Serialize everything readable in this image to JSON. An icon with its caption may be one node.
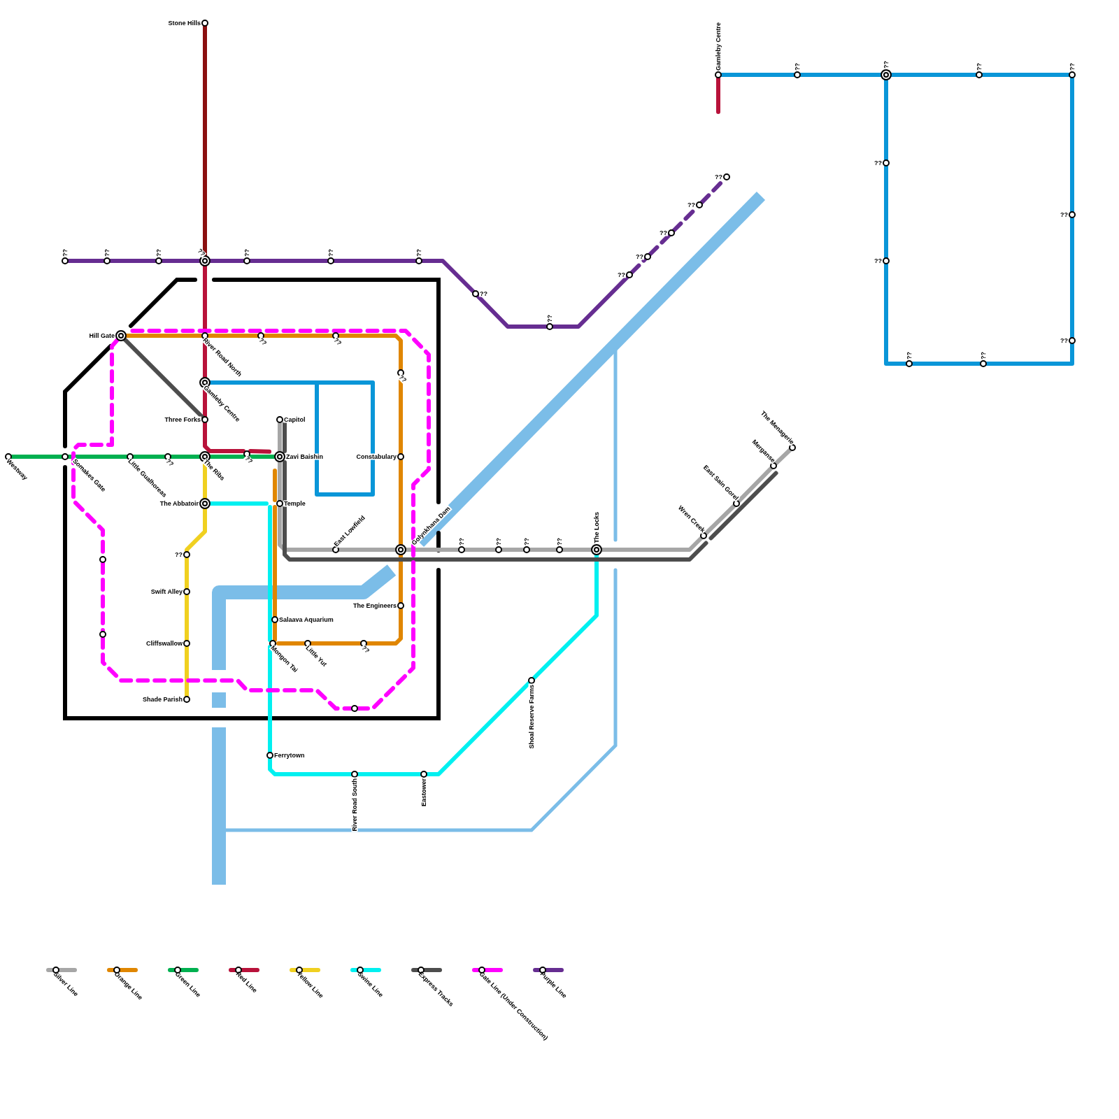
{
  "diagram": {
    "nodes": [
      {
        "text": [
          "??"
        ]
      },
      {
        "text": [
          "??"
        ]
      },
      {
        "text": [
          "??"
        ]
      },
      {
        "text": [
          "??"
        ]
      },
      {
        "text": [
          "??"
        ]
      },
      {
        "text": [
          "??"
        ]
      },
      {
        "text": [
          "??"
        ]
      },
      {
        "text": [
          "??"
        ]
      },
      {
        "text": [
          "??"
        ]
      },
      {
        "text": [
          "??"
        ]
      },
      {
        "text": [
          "??"
        ]
      },
      {
        "text": [
          "??"
        ]
      },
      {
        "text": [
          "??"
        ]
      },
      {
        "text": [
          "??"
        ]
      },
      {
        "text": [
          "Stone Hills"
        ]
      },
      {
        "text": [
          "Hill Gate"
        ]
      },
      {
        "text": [
          "River Road North"
        ]
      },
      {
        "text": [
          "??"
        ]
      },
      {
        "text": [
          "??"
        ]
      },
      {
        "text": [
          "Gamleby Centre"
        ]
      },
      {
        "text": [
          "Three Forks"
        ]
      },
      {
        "text": [
          "??"
        ]
      },
      {
        "text": [
          "Capitol"
        ]
      },
      {
        "text": [
          "Westway"
        ]
      },
      {
        "text": [
          "Somakes Gate"
        ]
      },
      {
        "text": [
          "Little Gualhoreas"
        ]
      },
      {
        "text": [
          "??"
        ]
      },
      {
        "text": [
          "The Ribs"
        ]
      },
      {
        "text": [
          "??"
        ]
      },
      {
        "text": [
          "Zavi Baishin"
        ]
      },
      {
        "text": [
          "Constabulary"
        ]
      },
      {
        "text": [
          "The Abbatoir"
        ]
      },
      {
        "text": [
          "Temple"
        ]
      },
      {
        "text": [
          "??"
        ]
      },
      {
        "text": [
          "East Lowfield"
        ]
      },
      {
        "text": [
          "Golynkhana Dam"
        ]
      },
      {
        "text": [
          "??"
        ]
      },
      {
        "text": [
          "??"
        ]
      },
      {
        "text": [
          "??"
        ]
      },
      {
        "text": [
          "??"
        ]
      },
      {
        "text": [
          "The Locks"
        ]
      },
      {
        "text": [
          "Wren Creek"
        ]
      },
      {
        "text": [
          "East Sain Gorel"
        ]
      },
      {
        "text": [
          "Merganse"
        ]
      },
      {
        "text": [
          "The Menagerie"
        ]
      },
      {
        "text": [
          "Swift Alley"
        ]
      },
      {
        "text": [
          "The Engineers"
        ]
      },
      {
        "text": [
          "Salaava Aquarium"
        ]
      },
      {
        "text": [
          "Cliffswallow"
        ]
      },
      {
        "text": [
          "Mongon Tai"
        ]
      },
      {
        "text": [
          "Little Yut"
        ]
      },
      {
        "text": [
          "??"
        ]
      },
      {
        "text": [
          "Shoal Reserve Farms"
        ]
      },
      {
        "text": [
          "Shade Parish"
        ]
      },
      {
        "text": [
          "Ferrytown"
        ]
      },
      {
        "text": [
          "River Road South"
        ]
      },
      {
        "text": [
          "Eastower"
        ]
      },
      {
        "text": [
          "Gamleby Centre"
        ]
      },
      {
        "text": [
          "??"
        ]
      },
      {
        "text": [
          "??"
        ]
      },
      {
        "text": [
          "??"
        ]
      },
      {
        "text": [
          "??"
        ]
      },
      {
        "text": [
          "??"
        ]
      },
      {
        "text": [
          "??"
        ]
      },
      {
        "text": [
          "??"
        ]
      },
      {
        "text": [
          "??"
        ]
      },
      {
        "text": [
          "??"
        ]
      },
      {
        "text": [
          "??"
        ]
      },
      {
        "text": [],
        "shape": "circle"
      },
      {
        "text": [],
        "shape": "circle"
      },
      {
        "text": [],
        "shape": "circle"
      }
    ],
    "edges": [
      {
        "from": 0,
        "to": 1,
        "arrow": "none",
        "color": "#662d91"
      },
      {
        "from": 1,
        "to": 2,
        "arrow": "none",
        "color": "#662d91"
      },
      {
        "from": 2,
        "to": 3,
        "arrow": "none",
        "color": "#662d91"
      },
      {
        "from": 3,
        "to": 4,
        "arrow": "none",
        "color": "#662d91"
      },
      {
        "from": 4,
        "to": 5,
        "arrow": "none",
        "color": "#662d91"
      },
      {
        "from": 5,
        "to": 6,
        "arrow": "none",
        "color": "#662d91"
      },
      {
        "from": 6,
        "to": 7,
        "arrow": "none",
        "color": "#662d91"
      },
      {
        "from": 7,
        "to": 8,
        "arrow": "none",
        "color": "#662d91"
      },
      {
        "from": 8,
        "to": 9,
        "arrow": "none",
        "color": "#662d91"
      },
      {
        "from": 9,
        "to": 10,
        "arrow": "none",
        "style": "dashed",
        "color": "#662d91"
      },
      {
        "from": 10,
        "to": 11,
        "arrow": "none",
        "style": "dashed",
        "color": "#662d91"
      },
      {
        "from": 11,
        "to": 12,
        "arrow": "none",
        "style": "dashed",
        "color": "#662d91"
      },
      {
        "from": 12,
        "to": 13,
        "arrow": "none",
        "style": "dashed",
        "color": "#662d91"
      },
      {
        "from": 14,
        "to": 3,
        "arrow": "none",
        "color": "#8b1010"
      },
      {
        "from": 3,
        "to": 16,
        "arrow": "none",
        "color": "#b8123a"
      },
      {
        "from": 16,
        "to": 19,
        "arrow": "none",
        "color": "#b8123a"
      },
      {
        "from": 19,
        "to": 20,
        "arrow": "none",
        "color": "#b8123a"
      },
      {
        "from": 20,
        "to": 28,
        "arrow": "none",
        "color": "#b8123a"
      },
      {
        "from": 28,
        "to": 29,
        "arrow": "none",
        "color": "#b8123a"
      },
      {
        "from": 57,
        "to": null,
        "arrow": "none",
        "color": "#b8123a"
      },
      {
        "from": 23,
        "to": 24,
        "arrow": "none",
        "color": "#00b050"
      },
      {
        "from": 24,
        "to": 25,
        "arrow": "none",
        "color": "#00b050"
      },
      {
        "from": 25,
        "to": 26,
        "arrow": "none",
        "color": "#00b050"
      },
      {
        "from": 26,
        "to": 27,
        "arrow": "none",
        "color": "#00b050"
      },
      {
        "from": 27,
        "to": 28,
        "arrow": "none",
        "color": "#00b050"
      },
      {
        "from": 28,
        "to": 29,
        "arrow": "none",
        "color": "#00b050"
      },
      {
        "from": 15,
        "to": 16,
        "arrow": "none",
        "color": "#e08600"
      },
      {
        "from": 16,
        "to": 17,
        "arrow": "none",
        "color": "#e08600"
      },
      {
        "from": 17,
        "to": 18,
        "arrow": "none",
        "color": "#e08600"
      },
      {
        "from": 18,
        "to": 21,
        "arrow": "none",
        "color": "#e08600"
      },
      {
        "from": 21,
        "to": 30,
        "arrow": "none",
        "color": "#e08600"
      },
      {
        "from": 30,
        "to": 35,
        "arrow": "none",
        "color": "#e08600"
      },
      {
        "from": 29,
        "to": 32,
        "arrow": "none",
        "color": "#e08600"
      },
      {
        "from": 32,
        "to": 47,
        "arrow": "none",
        "color": "#e08600"
      },
      {
        "from": 47,
        "to": 49,
        "arrow": "none",
        "color": "#e08600"
      },
      {
        "from": 49,
        "to": 50,
        "arrow": "none",
        "color": "#e08600"
      },
      {
        "from": 50,
        "to": 51,
        "arrow": "none",
        "color": "#e08600"
      },
      {
        "from": 51,
        "to": 46,
        "arrow": "none",
        "color": "#e08600"
      },
      {
        "from": 46,
        "to": 35,
        "arrow": "none",
        "color": "#e08600"
      },
      {
        "from": 27,
        "to": 31,
        "arrow": "none",
        "color": "#f0d020"
      },
      {
        "from": 31,
        "to": 33,
        "arrow": "none",
        "color": "#f0d020"
      },
      {
        "from": 33,
        "to": 45,
        "arrow": "none",
        "color": "#f0d020"
      },
      {
        "from": 45,
        "to": 48,
        "arrow": "none",
        "color": "#f0d020"
      },
      {
        "from": 48,
        "to": 53,
        "arrow": "none",
        "color": "#f0d020"
      },
      {
        "from": 31,
        "to": 32,
        "arrow": "none",
        "color": "#00f0f0"
      },
      {
        "from": 32,
        "to": 49,
        "arrow": "none",
        "color": "#00f0f0"
      },
      {
        "from": 49,
        "to": 54,
        "arrow": "none",
        "color": "#00f0f0"
      },
      {
        "from": 54,
        "to": 55,
        "arrow": "none",
        "color": "#00f0f0"
      },
      {
        "from": 55,
        "to": 56,
        "arrow": "none",
        "color": "#00f0f0"
      },
      {
        "from": 56,
        "to": 52,
        "arrow": "none",
        "color": "#00f0f0"
      },
      {
        "from": 52,
        "to": 40,
        "arrow": "none",
        "color": "#00f0f0"
      },
      {
        "from": 22,
        "to": 29,
        "arrow": "none",
        "color": "#a6a6a6"
      },
      {
        "from": 29,
        "to": 32,
        "arrow": "none",
        "color": "#a6a6a6"
      },
      {
        "from": 32,
        "to": 34,
        "arrow": "none",
        "color": "#a6a6a6"
      },
      {
        "from": 34,
        "to": 35,
        "arrow": "none",
        "color": "#a6a6a6"
      },
      {
        "from": 35,
        "to": 36,
        "arrow": "none",
        "color": "#a6a6a6"
      },
      {
        "from": 36,
        "to": 37,
        "arrow": "none",
        "color": "#a6a6a6"
      },
      {
        "from": 37,
        "to": 38,
        "arrow": "none",
        "color": "#a6a6a6"
      },
      {
        "from": 38,
        "to": 39,
        "arrow": "none",
        "color": "#a6a6a6"
      },
      {
        "from": 39,
        "to": 40,
        "arrow": "none",
        "color": "#a6a6a6"
      },
      {
        "from": 40,
        "to": 41,
        "arrow": "none",
        "color": "#a6a6a6"
      },
      {
        "from": 41,
        "to": 42,
        "arrow": "none",
        "color": "#a6a6a6"
      },
      {
        "from": 42,
        "to": 43,
        "arrow": "none",
        "color": "#a6a6a6"
      },
      {
        "from": 43,
        "to": 44,
        "arrow": "none",
        "color": "#a6a6a6"
      },
      {
        "from": 15,
        "to": 20,
        "arrow": "none",
        "color": "#4d4d4d"
      },
      {
        "from": 22,
        "to": 29,
        "arrow": "none",
        "color": "#4d4d4d"
      },
      {
        "from": 29,
        "to": 32,
        "arrow": "none",
        "color": "#4d4d4d"
      },
      {
        "from": 32,
        "to": 41,
        "arrow": "none",
        "color": "#4d4d4d"
      },
      {
        "from": 41,
        "to": 43,
        "arrow": "none",
        "color": "#4d4d4d"
      },
      {
        "from": 15,
        "to": 68,
        "arrow": "none",
        "style": "dashed",
        "color": "#ff00ff"
      },
      {
        "from": 68,
        "to": 69,
        "arrow": "none",
        "style": "dashed",
        "color": "#ff00ff"
      },
      {
        "from": 69,
        "to": 70,
        "arrow": "none",
        "style": "dashed",
        "color": "#ff00ff"
      },
      {
        "from": 70,
        "to": 15,
        "arrow": "none",
        "style": "dashed",
        "color": "#ff00ff"
      },
      {
        "from": 19,
        "to": null,
        "arrow": "none",
        "color": "#0a96d8"
      },
      {
        "from": 57,
        "to": 58,
        "arrow": "none",
        "color": "#0a96d8"
      },
      {
        "from": 58,
        "to": 59,
        "arrow": "none",
        "color": "#0a96d8"
      },
      {
        "from": 59,
        "to": 60,
        "arrow": "none",
        "color": "#0a96d8"
      },
      {
        "from": 60,
        "to": 61,
        "arrow": "none",
        "color": "#0a96d8"
      },
      {
        "from": 61,
        "to": 63,
        "arrow": "none",
        "color": "#0a96d8"
      },
      {
        "from": 63,
        "to": 65,
        "arrow": "none",
        "color": "#0a96d8"
      },
      {
        "from": 65,
        "to": 67,
        "arrow": "none",
        "color": "#0a96d8"
      },
      {
        "from": 67,
        "to": 66,
        "arrow": "none",
        "color": "#0a96d8"
      },
      {
        "from": 66,
        "to": 64,
        "arrow": "none",
        "color": "#0a96d8"
      },
      {
        "from": 64,
        "to": 62,
        "arrow": "none",
        "color": "#0a96d8"
      },
      {
        "from": 62,
        "to": 59,
        "arrow": "none",
        "color": "#0a96d8"
      }
    ],
    "legend": [
      {
        "text": "Silver Line",
        "color": "#a6a6a6"
      },
      {
        "text": "Orange Line",
        "color": "#e08600"
      },
      {
        "text": "Green Line",
        "color": "#00b050"
      },
      {
        "text": "Red Line",
        "color": "#b8123a"
      },
      {
        "text": "Yellow Line",
        "color": "#f0d020"
      },
      {
        "text": "Swine Line",
        "color": "#00f0f0"
      },
      {
        "text": "Express Tracks",
        "color": "#4d4d4d"
      },
      {
        "text": "Gate Line (Under Construction)",
        "color": "#ff00ff"
      },
      {
        "text": "Purple Line",
        "color": "#662d91"
      }
    ]
  }
}
